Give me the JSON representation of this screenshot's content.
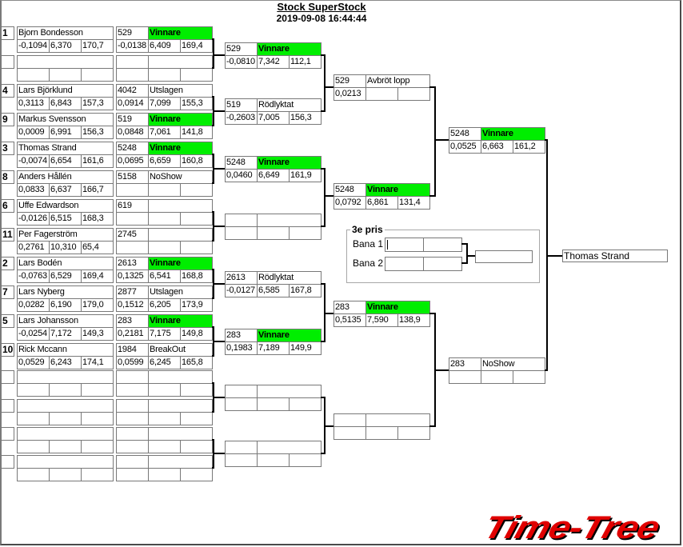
{
  "header": {
    "title": "Stock SuperStock",
    "timestamp": "2019-09-08 16:44:44"
  },
  "colors": {
    "winner_bg": "#00ee00",
    "cell_border": "#787878",
    "bracket_line": "#000000",
    "logo_red": "#e00000"
  },
  "entries": [
    {
      "seed": "1",
      "driver": {
        "name": "Bjorn Bondesson",
        "reaction": "-0,1094",
        "et": "6,370",
        "speed": "170,7"
      },
      "result": {
        "car": "529",
        "status": "Vinnare",
        "winner": true,
        "reaction": "-0,0138",
        "et": "6,409",
        "speed": "169,4"
      }
    },
    {
      "seed": "",
      "driver": {
        "name": "",
        "reaction": "",
        "et": "",
        "speed": ""
      },
      "result": {
        "car": "",
        "status": "",
        "winner": false,
        "reaction": "",
        "et": "",
        "speed": ""
      }
    },
    {
      "seed": "4",
      "driver": {
        "name": "Lars Björklund",
        "reaction": "0,3113",
        "et": "6,843",
        "speed": "157,3"
      },
      "result": {
        "car": "4042",
        "status": "Utslagen",
        "winner": false,
        "reaction": "0,0914",
        "et": "7,099",
        "speed": "155,3"
      }
    },
    {
      "seed": "9",
      "driver": {
        "name": "Markus Svensson",
        "reaction": "0,0009",
        "et": "6,991",
        "speed": "156,3"
      },
      "result": {
        "car": "519",
        "status": "Vinnare",
        "winner": true,
        "reaction": "0,0848",
        "et": "7,061",
        "speed": "141,8"
      }
    },
    {
      "seed": "3",
      "driver": {
        "name": "Thomas Strand",
        "reaction": "-0,0074",
        "et": "6,654",
        "speed": "161,6"
      },
      "result": {
        "car": "5248",
        "status": "Vinnare",
        "winner": true,
        "reaction": "0,0695",
        "et": "6,659",
        "speed": "160,8"
      }
    },
    {
      "seed": "8",
      "driver": {
        "name": "Anders Hållén",
        "reaction": "0,0833",
        "et": "6,637",
        "speed": "166,7"
      },
      "result": {
        "car": "5158",
        "status": "NoShow",
        "winner": false,
        "reaction": "",
        "et": "",
        "speed": ""
      }
    },
    {
      "seed": "6",
      "driver": {
        "name": "Uffe Edwardson",
        "reaction": "-0,0126",
        "et": "6,515",
        "speed": "168,3"
      },
      "result": {
        "car": "619",
        "status": "",
        "winner": false,
        "reaction": "",
        "et": "",
        "speed": ""
      }
    },
    {
      "seed": "11",
      "driver": {
        "name": "Per Fagerström",
        "reaction": "0,2761",
        "et": "10,310",
        "speed": "65,4"
      },
      "result": {
        "car": "2745",
        "status": "",
        "winner": false,
        "reaction": "",
        "et": "",
        "speed": ""
      }
    },
    {
      "seed": "2",
      "driver": {
        "name": "Lars Bodén",
        "reaction": "-0,0763",
        "et": "6,529",
        "speed": "169,4"
      },
      "result": {
        "car": "2613",
        "status": "Vinnare",
        "winner": true,
        "reaction": "0,1325",
        "et": "6,541",
        "speed": "168,8"
      }
    },
    {
      "seed": "7",
      "driver": {
        "name": "Lars Nyberg",
        "reaction": "0,0282",
        "et": "6,190",
        "speed": "179,0"
      },
      "result": {
        "car": "2877",
        "status": "Utslagen",
        "winner": false,
        "reaction": "0,1512",
        "et": "6,205",
        "speed": "173,9"
      }
    },
    {
      "seed": "5",
      "driver": {
        "name": "Lars Johansson",
        "reaction": "-0,0254",
        "et": "7,172",
        "speed": "149,3"
      },
      "result": {
        "car": "283",
        "status": "Vinnare",
        "winner": true,
        "reaction": "0,2181",
        "et": "7,175",
        "speed": "149,8"
      }
    },
    {
      "seed": "10",
      "driver": {
        "name": "Rick Mccann",
        "reaction": "0,0529",
        "et": "6,243",
        "speed": "174,1"
      },
      "result": {
        "car": "1984",
        "status": "BreakOut",
        "winner": false,
        "reaction": "0,0599",
        "et": "6,245",
        "speed": "165,8"
      }
    },
    {
      "seed": "",
      "driver": {
        "name": "",
        "reaction": "",
        "et": "",
        "speed": ""
      },
      "result": {
        "car": "",
        "status": "",
        "winner": false,
        "reaction": "",
        "et": "",
        "speed": ""
      }
    },
    {
      "seed": "",
      "driver": {
        "name": "",
        "reaction": "",
        "et": "",
        "speed": ""
      },
      "result": {
        "car": "",
        "status": "",
        "winner": false,
        "reaction": "",
        "et": "",
        "speed": ""
      }
    },
    {
      "seed": "",
      "driver": {
        "name": "",
        "reaction": "",
        "et": "",
        "speed": ""
      },
      "result": {
        "car": "",
        "status": "",
        "winner": false,
        "reaction": "",
        "et": "",
        "speed": ""
      }
    },
    {
      "seed": "",
      "driver": {
        "name": "",
        "reaction": "",
        "et": "",
        "speed": ""
      },
      "result": {
        "car": "",
        "status": "",
        "winner": false,
        "reaction": "",
        "et": "",
        "speed": ""
      }
    }
  ],
  "round2": [
    {
      "car": "529",
      "status": "Vinnare",
      "winner": true,
      "reaction": "-0,0810",
      "et": "7,342",
      "speed": "112,1"
    },
    {
      "car": "519",
      "status": "Rödlyktat",
      "winner": false,
      "reaction": "-0,2603",
      "et": "7,005",
      "speed": "156,3"
    },
    {
      "car": "5248",
      "status": "Vinnare",
      "winner": true,
      "reaction": "0,0460",
      "et": "6,649",
      "speed": "161,9"
    },
    {
      "car": "",
      "status": "",
      "winner": false,
      "reaction": "",
      "et": "",
      "speed": ""
    },
    {
      "car": "2613",
      "status": "Rödlyktat",
      "winner": false,
      "reaction": "-0,0127",
      "et": "6,585",
      "speed": "167,8"
    },
    {
      "car": "283",
      "status": "Vinnare",
      "winner": true,
      "reaction": "0,1983",
      "et": "7,189",
      "speed": "149,9"
    },
    {
      "car": "",
      "status": "",
      "winner": false,
      "reaction": "",
      "et": "",
      "speed": ""
    },
    {
      "car": "",
      "status": "",
      "winner": false,
      "reaction": "",
      "et": "",
      "speed": ""
    }
  ],
  "round3": [
    {
      "car": "529",
      "status": "Avbröt lopp",
      "winner": false,
      "reaction": "0,0213",
      "et": "",
      "speed": ""
    },
    {
      "car": "5248",
      "status": "Vinnare",
      "winner": true,
      "reaction": "0,0792",
      "et": "6,861",
      "speed": "131,4"
    },
    {
      "car": "283",
      "status": "Vinnare",
      "winner": true,
      "reaction": "0,5135",
      "et": "7,590",
      "speed": "138,9"
    },
    {
      "car": "",
      "status": "",
      "winner": false,
      "reaction": "",
      "et": "",
      "speed": ""
    }
  ],
  "round4": [
    {
      "car": "5248",
      "status": "Vinnare",
      "winner": true,
      "reaction": "0,0525",
      "et": "6,663",
      "speed": "161,2"
    },
    {
      "car": "283",
      "status": "NoShow",
      "winner": false,
      "reaction": "",
      "et": "",
      "speed": ""
    }
  ],
  "champion": {
    "name": "Thomas Strand"
  },
  "third_place": {
    "legend": "3e pris",
    "lanes": [
      {
        "label": "Bana 1",
        "car": "",
        "status": ""
      },
      {
        "label": "Bana 2",
        "car": "",
        "status": ""
      }
    ],
    "result": ""
  },
  "logo": {
    "text": "Time-Tree"
  }
}
